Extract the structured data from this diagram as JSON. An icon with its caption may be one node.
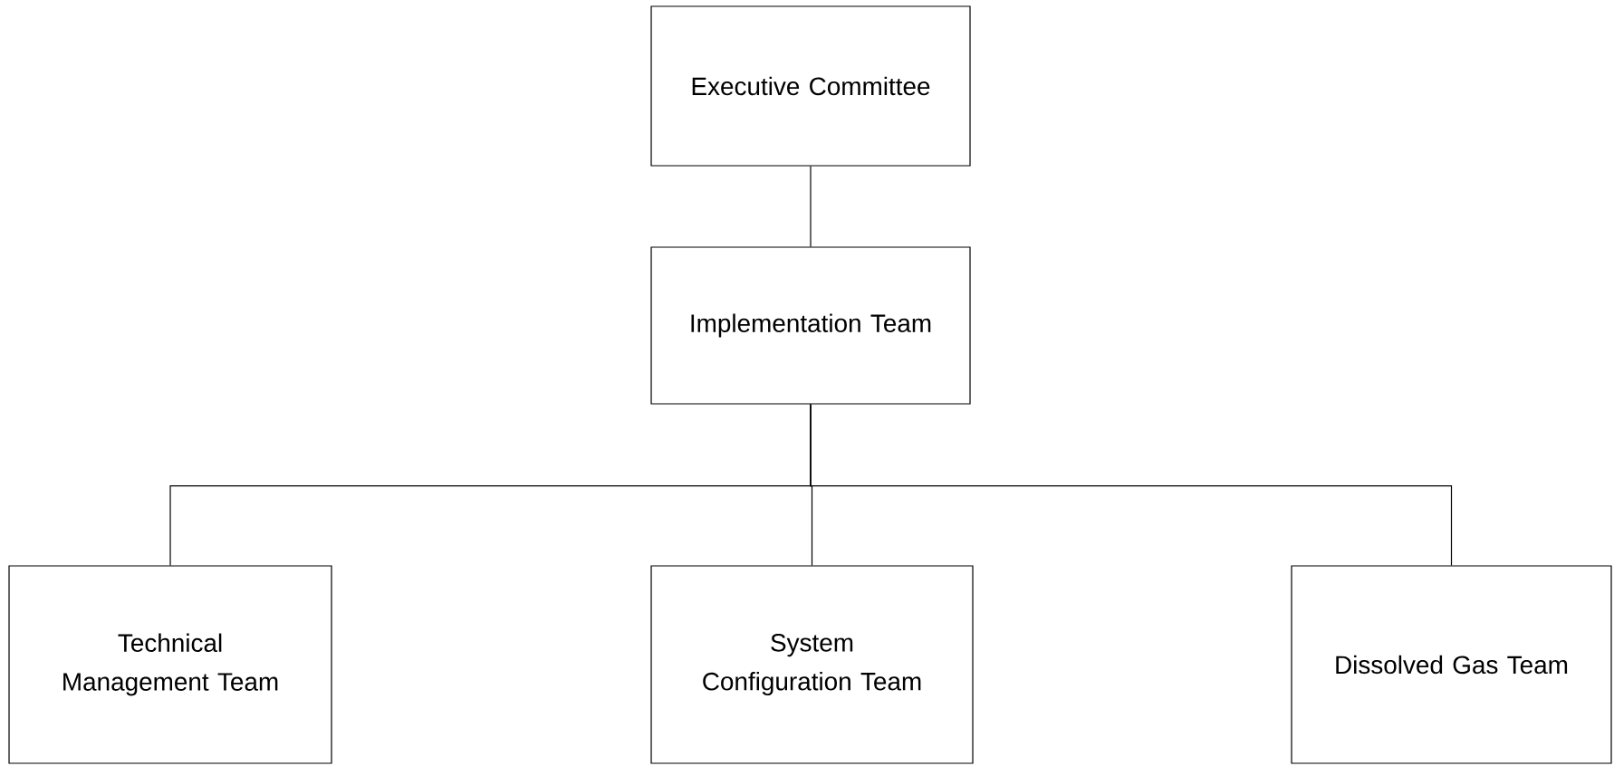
{
  "diagram": {
    "nodes": [
      {
        "text": [
          "Executive Committee"
        ]
      },
      {
        "text": [
          "Implementation Team"
        ]
      },
      {
        "text": [
          "Technical Management Team"
        ]
      },
      {
        "text": [
          "System Configuration Team"
        ]
      },
      {
        "text": [
          "Dissolved Gas Team"
        ]
      }
    ],
    "edges": [
      {
        "from": 0,
        "to": 1,
        "arrow": "none"
      },
      {
        "from": 1,
        "to": 2,
        "arrow": "none"
      },
      {
        "from": 1,
        "to": 3,
        "arrow": "none"
      },
      {
        "from": 1,
        "to": 4,
        "arrow": "none"
      }
    ]
  }
}
